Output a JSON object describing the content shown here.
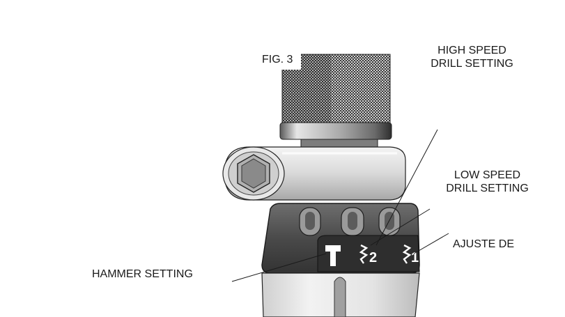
{
  "figure": {
    "fig_label": "FIG. 3",
    "callouts": {
      "high_speed": [
        "HIGH SPEED",
        "DRILL SETTING"
      ],
      "low_speed": [
        "LOW SPEED",
        "DRILL SETTING"
      ],
      "ajuste": "AJUSTE DE",
      "hammer": "HAMMER SETTING"
    },
    "dial_marks": {
      "speed2": "2",
      "speed1": "1"
    }
  }
}
